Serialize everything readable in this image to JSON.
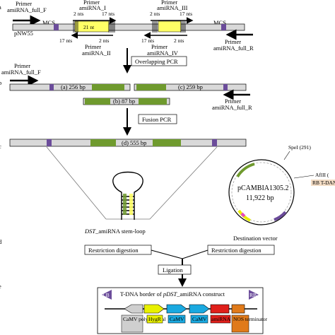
{
  "top": {
    "primer_left": [
      "Primer",
      "amiRNA_full_F"
    ],
    "primer_right": [
      "Primer",
      "amiRNA_full_R"
    ],
    "vector_label": "pNW55",
    "mcs_left": "MCS",
    "mcs_right": "MCS",
    "primer_i": [
      "Primer",
      "amiRNA_I"
    ],
    "primer_ii": [
      "Primer",
      "amiRNA_II"
    ],
    "primer_iii": [
      "Primer",
      "amiRNA_III"
    ],
    "primer_iv": [
      "Primer",
      "amiRNA_IV"
    ],
    "nts_2": "2 nts",
    "nts_17": "17 nts",
    "nt21": "21 nt"
  },
  "steps": {
    "overlapping_pcr": "Overlapping PCR",
    "fusion_pcr": "Fusion PCR",
    "restriction_left": "Restriction digestion",
    "restriction_right": "Restriction digestion",
    "ligation": "Ligation"
  },
  "fragments": {
    "a": "(a) 256 bp",
    "b": "(b) 87 bp",
    "c": "(c) 259 bp",
    "d": "(d) 555 bp"
  },
  "mid_primers": {
    "left": [
      "Primer",
      "amiRNA_full_F"
    ],
    "right": [
      "Primer",
      "amiRNA_full_R"
    ]
  },
  "stemloop": {
    "label_italic": "DST",
    "label_rest": "_amiRNA stem-loop"
  },
  "plasmid": {
    "name": "pCAMBIA1305.2",
    "size": "11,922 bp",
    "speI": "SpeI (291)",
    "aflII": "AflII (",
    "rb": "RB T-DAN",
    "caption": "Destination vector"
  },
  "tdna": {
    "title_pre": "T-DNA border of ",
    "title_italic": "pDST",
    "title_post": "_amiRNA construct",
    "lb": "LB",
    "rb": "RB",
    "elements": [
      "CaMV polyA signal",
      "HygR",
      "CaMV",
      "CaMV",
      "amiRNA",
      "NOS terminator"
    ]
  },
  "margin_marks": [
    "a",
    "b",
    "c",
    "d",
    "e"
  ],
  "colors": {
    "purple": "#6b4c9a",
    "green": "#6f9a2e",
    "yellow": "#ffff66",
    "bar": "#d9d9d9",
    "cyan": "#1aa9e0",
    "red": "#e0201b",
    "orange": "#e07a1a",
    "lime": "#e8f000",
    "grey": "#cfcfcf"
  }
}
